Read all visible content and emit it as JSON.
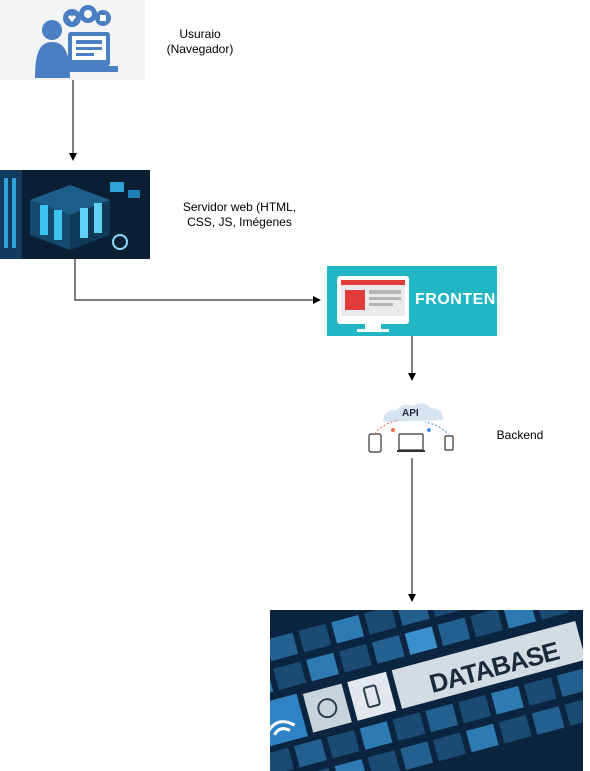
{
  "nodes": {
    "user": {
      "label_line1": "Usuraio",
      "label_line2": "(Navegador)",
      "icon": "user-computer-icon"
    },
    "server": {
      "label_line1": "Servidor web (HTML,",
      "label_line2": "CSS, JS, Imégenes",
      "icon": "server-rack-icon"
    },
    "frontend": {
      "banner_text": "FRONTEND",
      "icon": "monitor-icon"
    },
    "backend": {
      "label": "Backend",
      "api_text": "API",
      "icon": "api-cloud-icon"
    },
    "database": {
      "banner_text": "DATABASE",
      "icon": "database-tiles-icon"
    }
  },
  "colors": {
    "frontend_bg": "#21b6c4",
    "user_blue": "#4a7fc1",
    "server_dark": "#0a1f33",
    "db_dark": "#0b2540",
    "arrow": "#000000"
  }
}
